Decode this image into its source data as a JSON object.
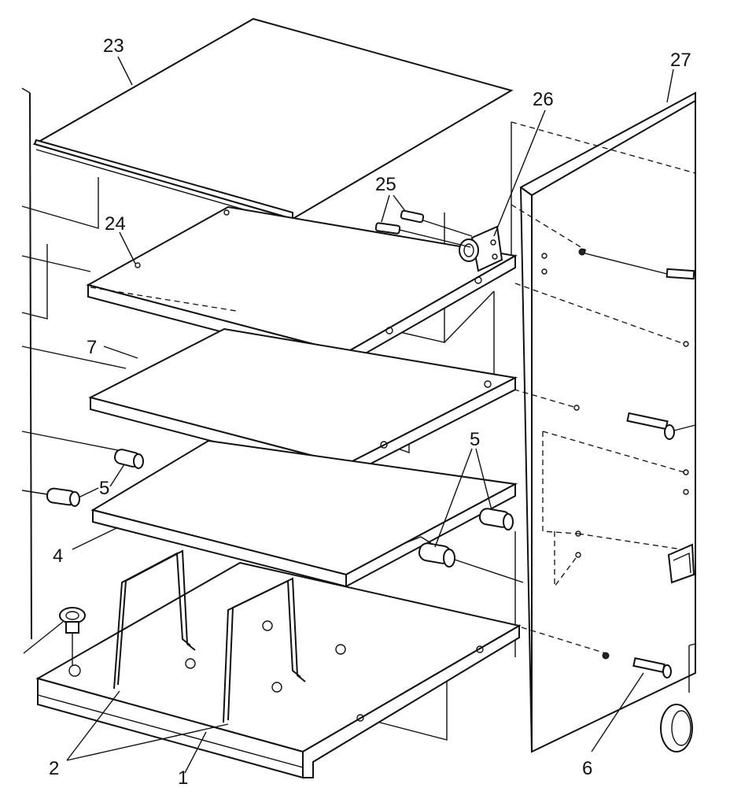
{
  "labels": {
    "l23": "23",
    "l27": "27",
    "l26": "26",
    "l25": "25",
    "l24": "24",
    "l7": "7",
    "l5a": "5",
    "l5b": "5",
    "l4": "4",
    "l2": "2",
    "l1": "1",
    "l6": "6"
  }
}
